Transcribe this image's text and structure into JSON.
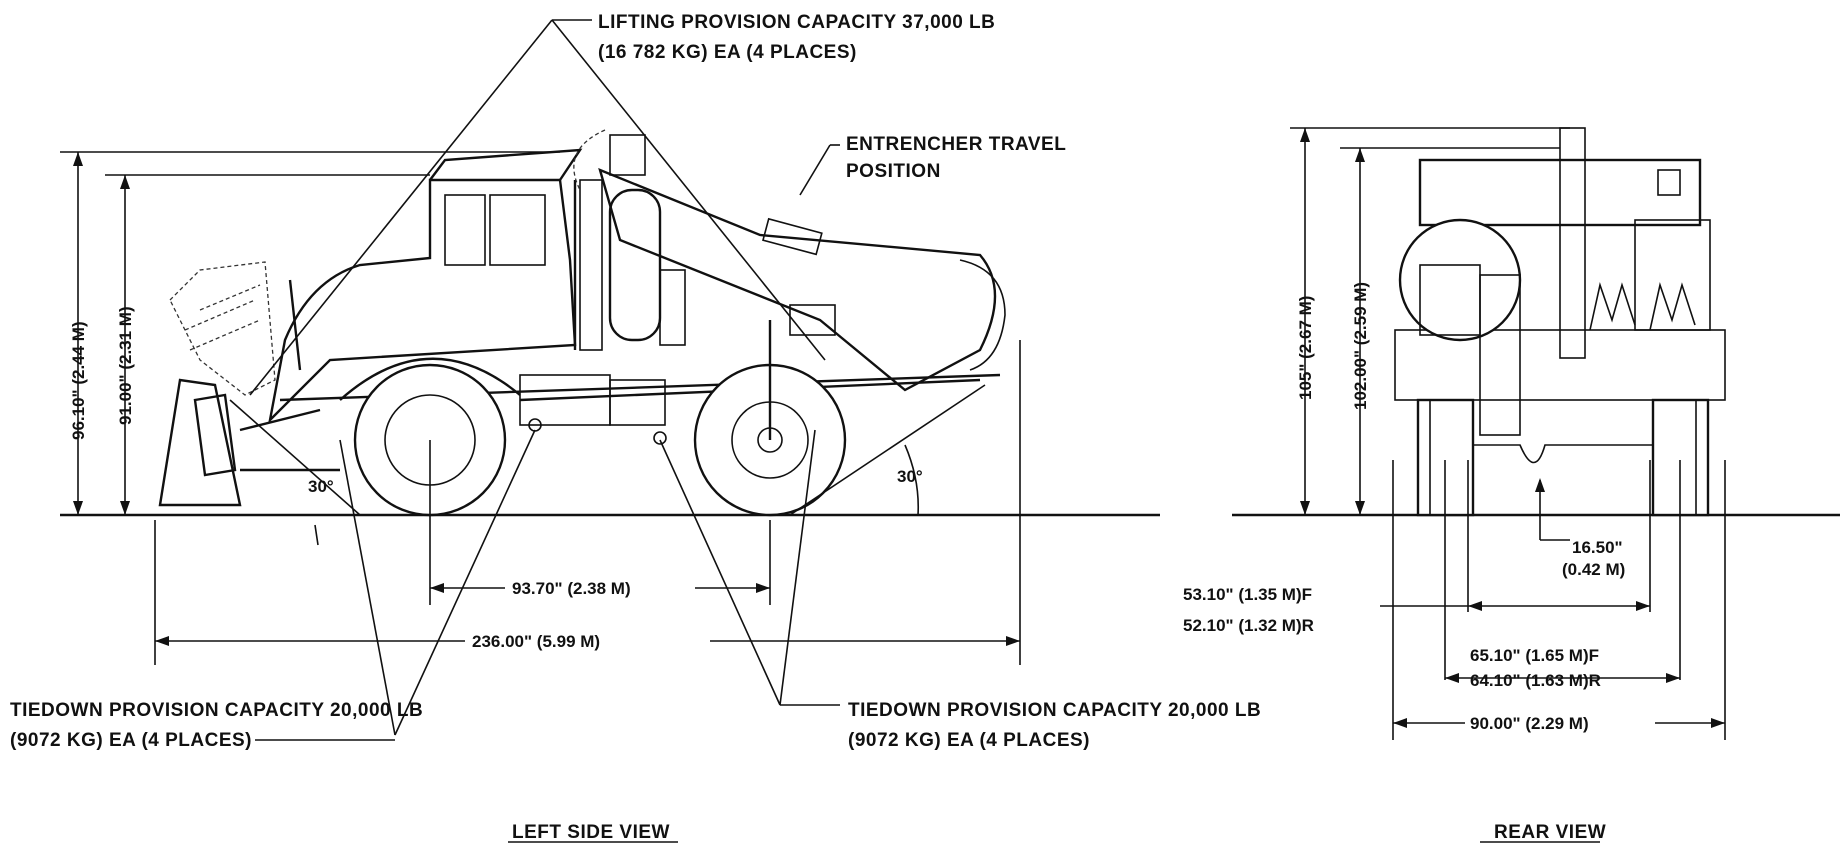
{
  "labels": {
    "lifting_line1": "LIFTING PROVISION CAPACITY 37,000 LB",
    "lifting_line2": "(16 782 KG) EA (4 PLACES)",
    "entrencher_line1": "ENTRENCHER TRAVEL",
    "entrencher_line2": "POSITION",
    "tiedown_left_line1": "TIEDOWN PROVISION CAPACITY 20,000 LB",
    "tiedown_left_line2": "(9072 KG) EA (4 PLACES)",
    "tiedown_right_line1": "TIEDOWN PROVISION CAPACITY 20,000 LB",
    "tiedown_right_line2": "(9072 KG) EA (4 PLACES)",
    "left_view_title": "LEFT SIDE VIEW",
    "rear_view_title": "REAR VIEW"
  },
  "dimensions": {
    "height_overall": "96.10\" (2.44 M)",
    "height_cab": "91.00\" (2.31 M)",
    "wheelbase": "93.70\" (2.38 M)",
    "length_overall": "236.00\" (5.99 M)",
    "angle_front": "30°",
    "angle_rear": "30°",
    "rear_height_overall": "105\" (2.67 M)",
    "rear_height_2": "102.00\" (2.59 M)",
    "ground_clearance_1": "16.50\"",
    "ground_clearance_2": "(0.42 M)",
    "track_f": "53.10\" (1.35 M)F",
    "track_r": "52.10\" (1.32 M)R",
    "tire_f": "65.10\" (1.65 M)F",
    "tire_r": "64.10\" (1.63 M)R",
    "width_overall": "90.00\" (2.29 M)"
  }
}
